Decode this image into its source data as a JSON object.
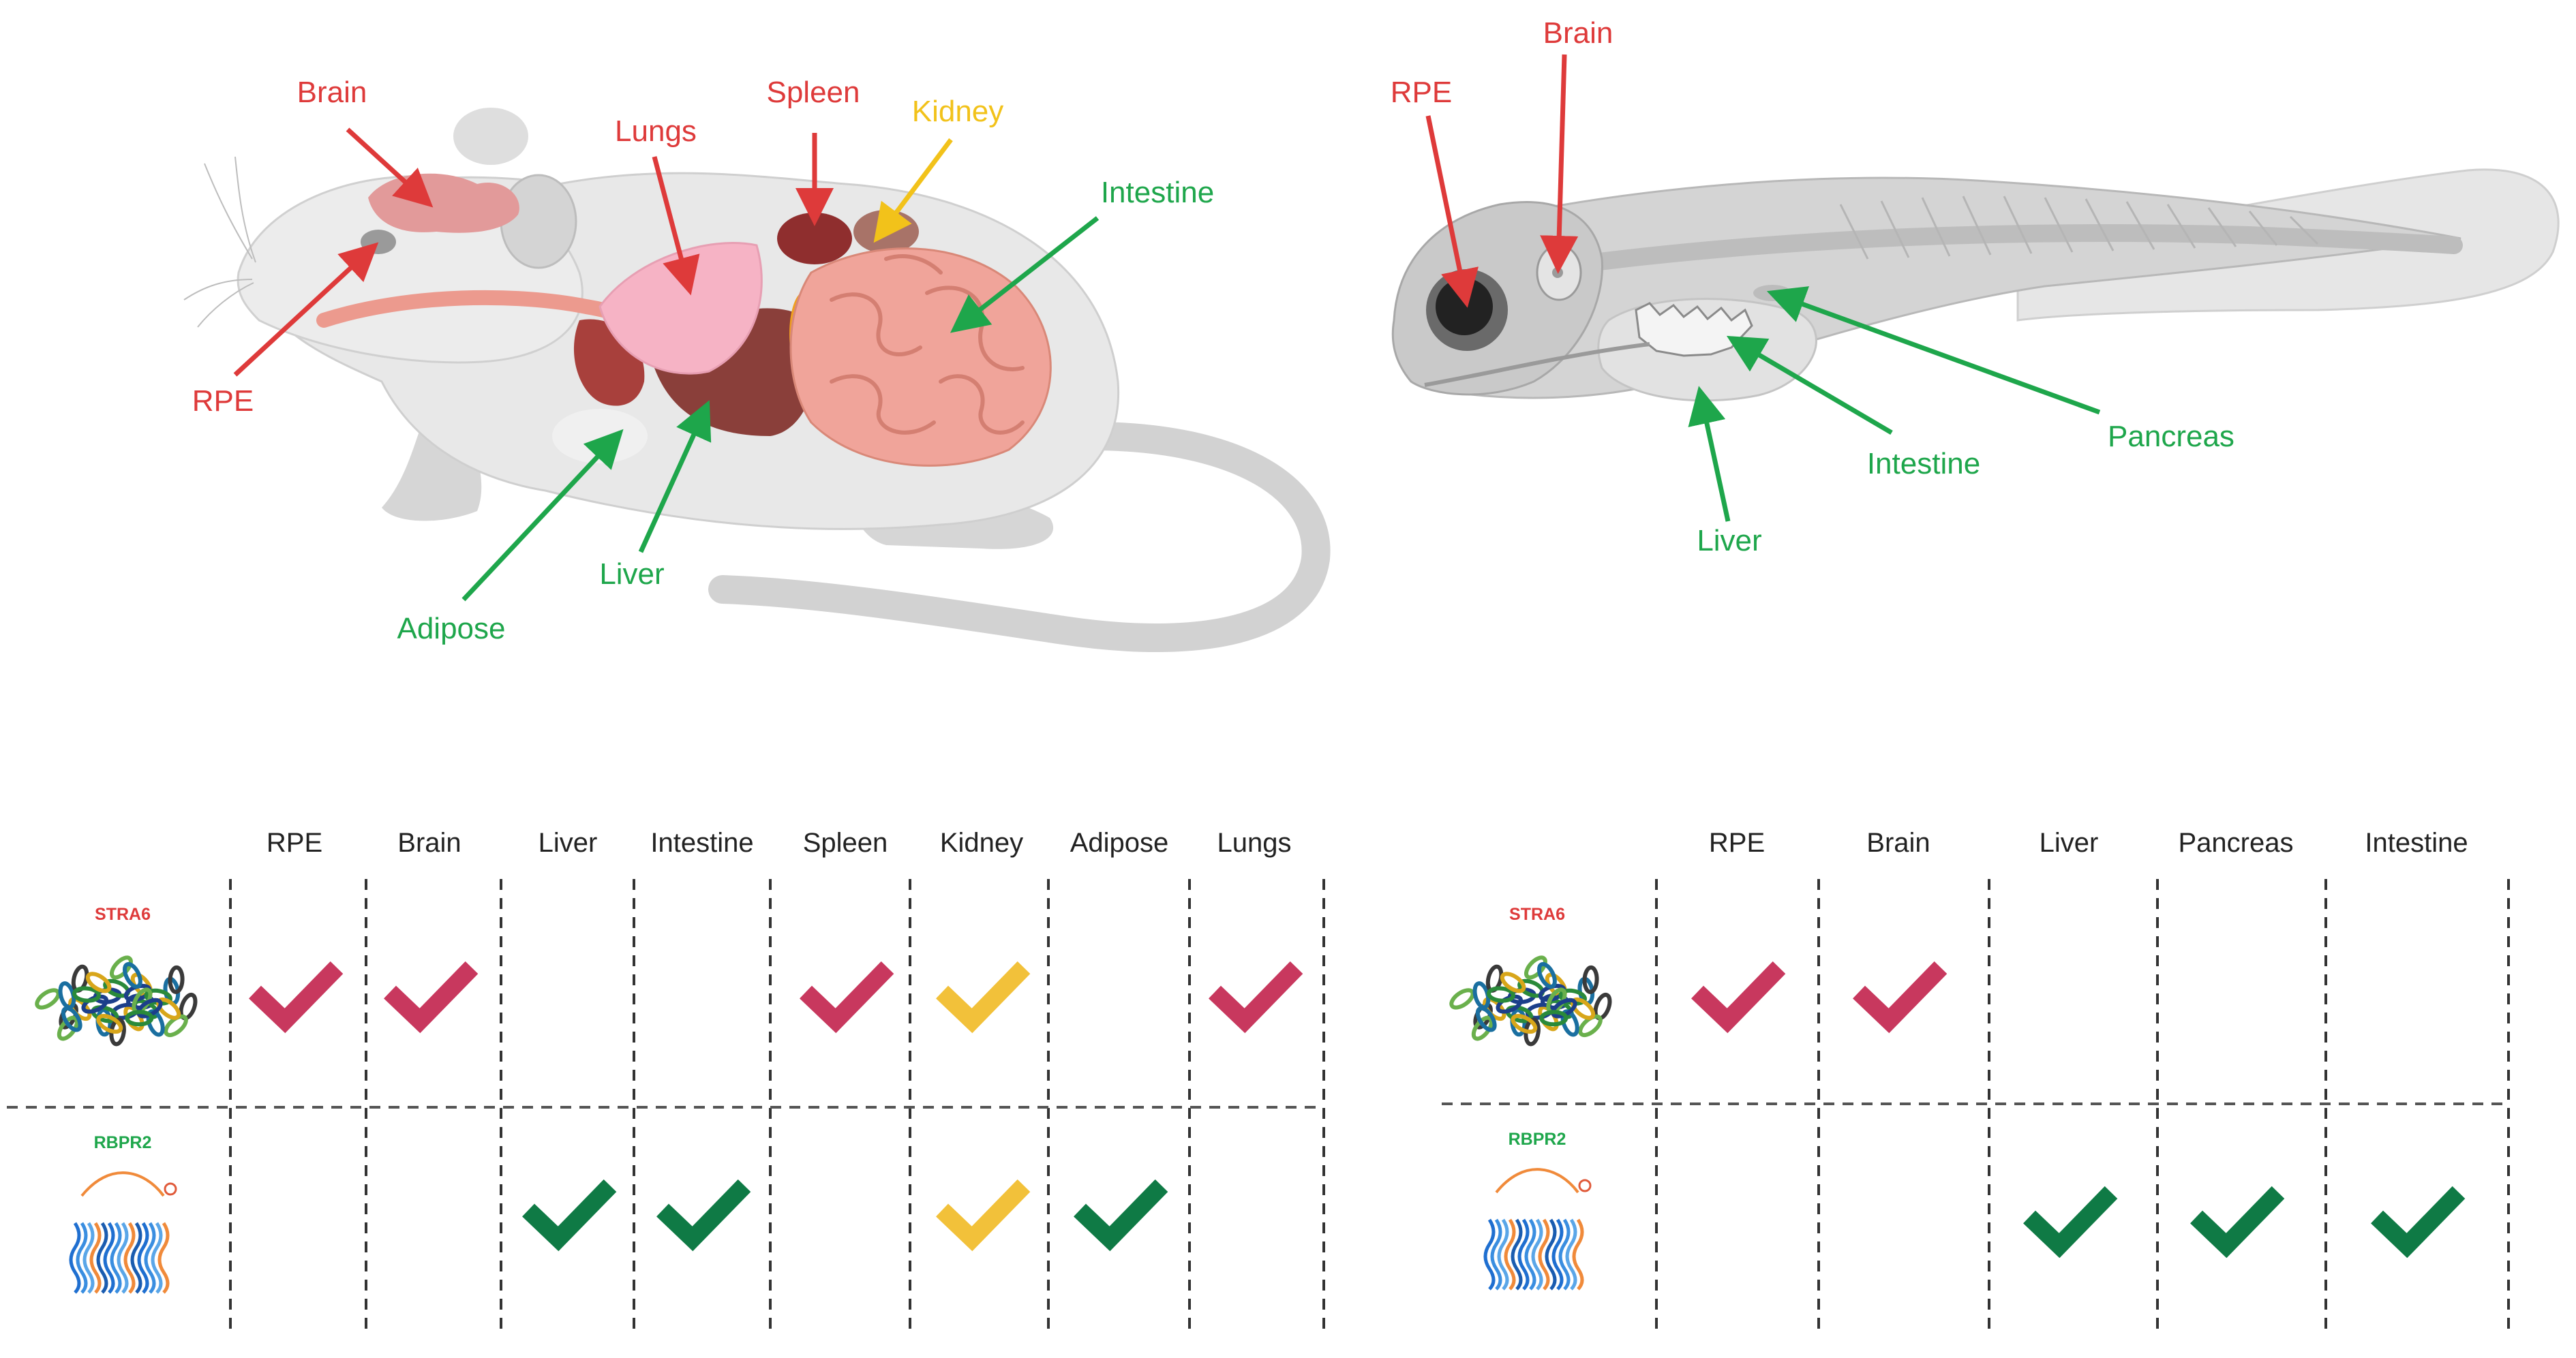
{
  "colors": {
    "red": "#de3a3a",
    "green": "#1ea64b",
    "yellow": "#f2c21a",
    "check_red": "#c8385e",
    "check_green": "#0f7a45",
    "check_yellow": "#f2c13a"
  },
  "mouse": {
    "labels": {
      "brain": "Brain",
      "lungs": "Lungs",
      "spleen": "Spleen",
      "kidney": "Kidney",
      "intestine": "Intestine",
      "rpe": "RPE",
      "adipose": "Adipose",
      "liver": "Liver"
    }
  },
  "zebrafish": {
    "labels": {
      "brain": "Brain",
      "rpe": "RPE",
      "pancreas": "Pancreas",
      "intestine": "Intestine",
      "liver": "Liver"
    }
  },
  "mouse_table": {
    "columns": [
      "RPE",
      "Brain",
      "Liver",
      "Intestine",
      "Spleen",
      "Kidney",
      "Adipose",
      "Lungs"
    ],
    "rows": [
      {
        "gene": "STRA6",
        "gene_color": "red",
        "cells": [
          "red",
          "red",
          "",
          "",
          "red",
          "yellow",
          "",
          "red"
        ]
      },
      {
        "gene": "RBPR2",
        "gene_color": "green",
        "cells": [
          "",
          "",
          "green",
          "green",
          "",
          "yellow",
          "green",
          ""
        ]
      }
    ]
  },
  "fish_table": {
    "columns": [
      "RPE",
      "Brain",
      "Liver",
      "Pancreas",
      "Intestine"
    ],
    "rows": [
      {
        "gene": "STRA6",
        "gene_color": "red",
        "cells": [
          "red",
          "red",
          "",
          "",
          ""
        ]
      },
      {
        "gene": "RBPR2",
        "gene_color": "green",
        "cells": [
          "",
          "",
          "green",
          "green",
          "green"
        ]
      }
    ]
  }
}
